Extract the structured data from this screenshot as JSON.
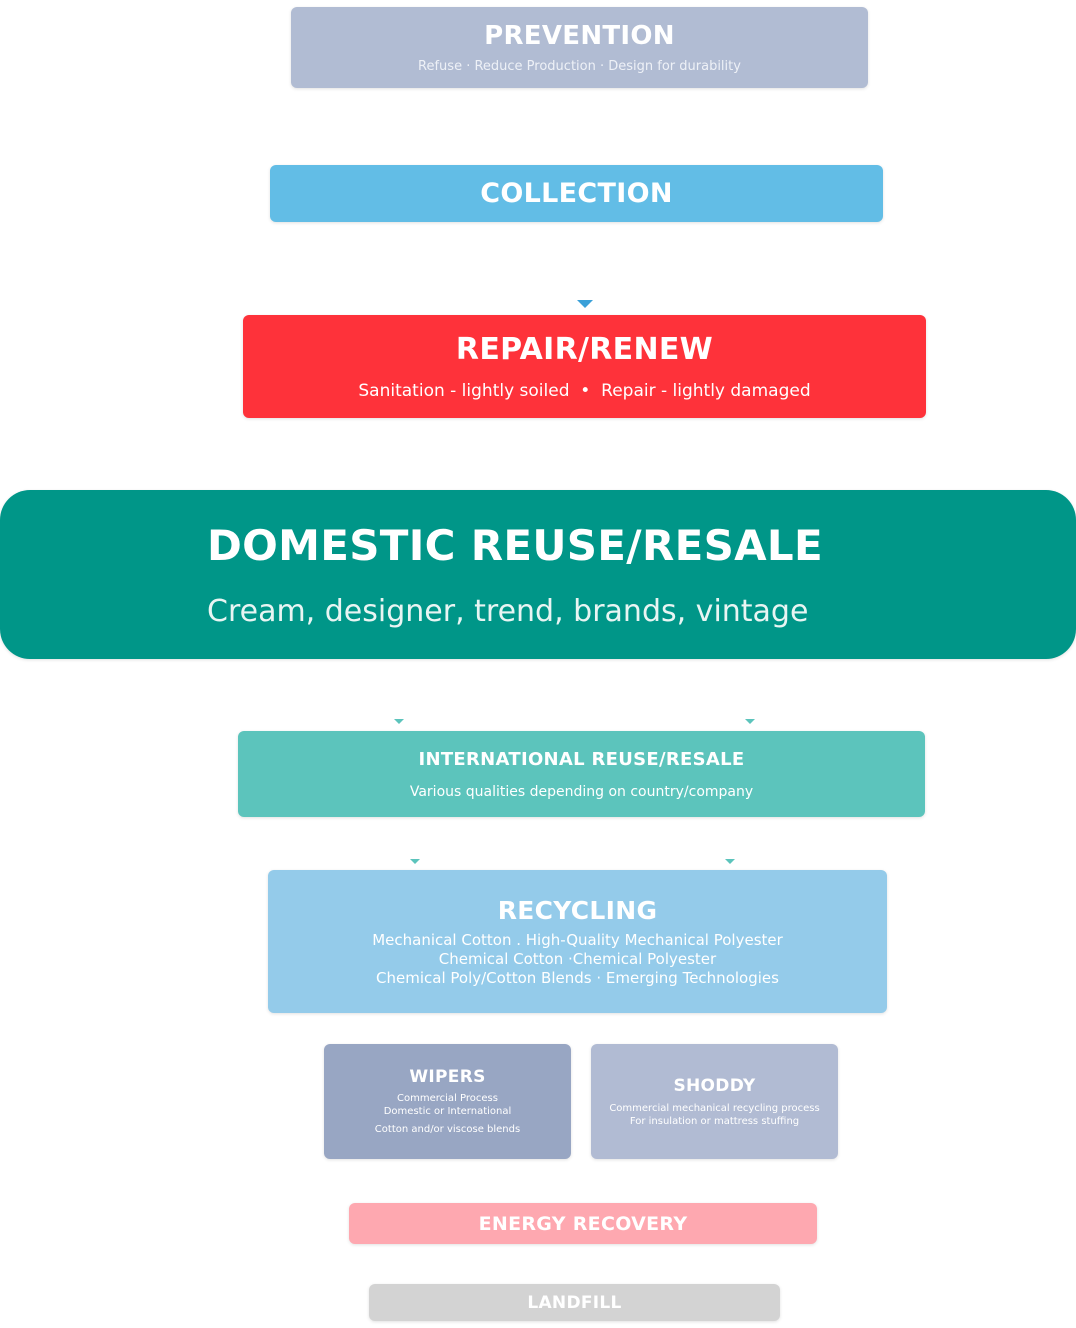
{
  "colors": {
    "prevention": "#b1bcd3",
    "collection": "#62bde6",
    "repair": "#fe323a",
    "domestic": "#009688",
    "international": "#5cc4bc",
    "recycling": "#94cbea",
    "wipers": "#98a6c3",
    "shoddy": "#b1bbd3",
    "energy": "#fea8b0",
    "landfill": "#d3d3d3"
  },
  "prevention": {
    "title": "PREVENTION",
    "subtitle": "Refuse · Reduce Production · Design for durability"
  },
  "collection": {
    "title": "COLLECTION"
  },
  "repair": {
    "title": "REPAIR/RENEW",
    "subtitle": "Sanitation - lightly soiled  •  Repair - lightly damaged"
  },
  "domestic": {
    "title": "DOMESTIC REUSE/RESALE",
    "subtitle": "Cream, designer, trend, brands, vintage"
  },
  "international": {
    "title": "INTERNATIONAL REUSE/RESALE",
    "subtitle": "Various qualities depending on country/company"
  },
  "recycling": {
    "title": "RECYCLING",
    "lines": [
      "Mechanical Cotton . High-Quality Mechanical Polyester",
      "Chemical Cotton ·Chemical Polyester",
      "Chemical Poly/Cotton Blends · Emerging Technologies"
    ]
  },
  "wipers": {
    "title": "WIPERS",
    "lines": [
      "Commercial Process",
      "Domestic or International",
      "Cotton and/or viscose blends"
    ]
  },
  "shoddy": {
    "title": "SHODDY",
    "lines": [
      "Commercial mechanical recycling process",
      "For insulation or mattress stuffing"
    ]
  },
  "energy": {
    "title": "ENERGY RECOVERY"
  },
  "landfill": {
    "title": "LANDFILL"
  }
}
